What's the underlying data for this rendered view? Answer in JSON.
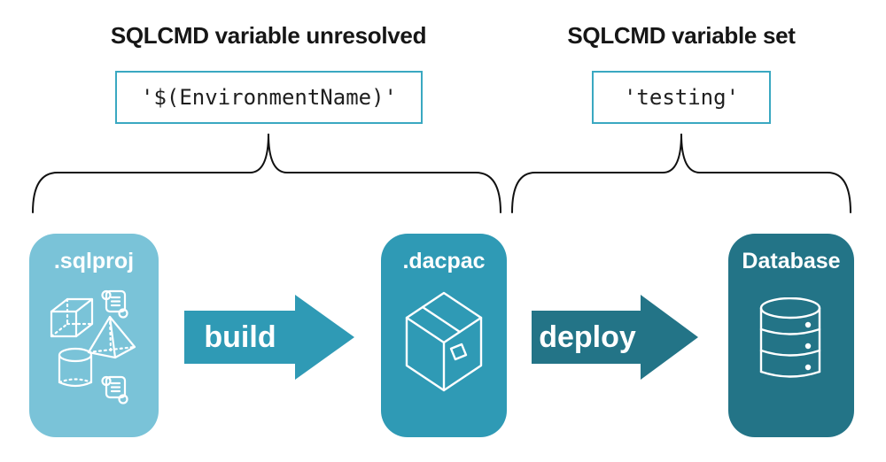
{
  "annotations": {
    "left": {
      "heading": "SQLCMD variable unresolved",
      "value": "'$(EnvironmentName)'"
    },
    "right": {
      "heading": "SQLCMD variable set",
      "value": "'testing'"
    }
  },
  "pipeline": {
    "nodes": [
      {
        "id": "sqlproj",
        "label": ".sqlproj",
        "icons": [
          "script-scroll-icon",
          "cube-icon",
          "pyramid-icon",
          "cylinder-icon",
          "script-scroll-icon"
        ]
      },
      {
        "id": "dacpac",
        "label": ".dacpac",
        "icons": [
          "package-icon"
        ]
      },
      {
        "id": "database",
        "label": "Database",
        "icons": [
          "database-icon"
        ]
      }
    ],
    "arrows": [
      {
        "label": "build"
      },
      {
        "label": "deploy"
      }
    ]
  },
  "colors": {
    "background": "#ffffff",
    "heading_text": "#161616",
    "code_text": "#1f1f1f",
    "code_box_border": "#3aa8c1",
    "brace": "#111111",
    "node_sqlproj": "#7ac3d8",
    "node_dacpac": "#2f9ab5",
    "node_database": "#237487",
    "arrow_build": "#2f9ab5",
    "arrow_deploy": "#237487",
    "node_text": "#ffffff",
    "icon_stroke": "#ffffff"
  }
}
